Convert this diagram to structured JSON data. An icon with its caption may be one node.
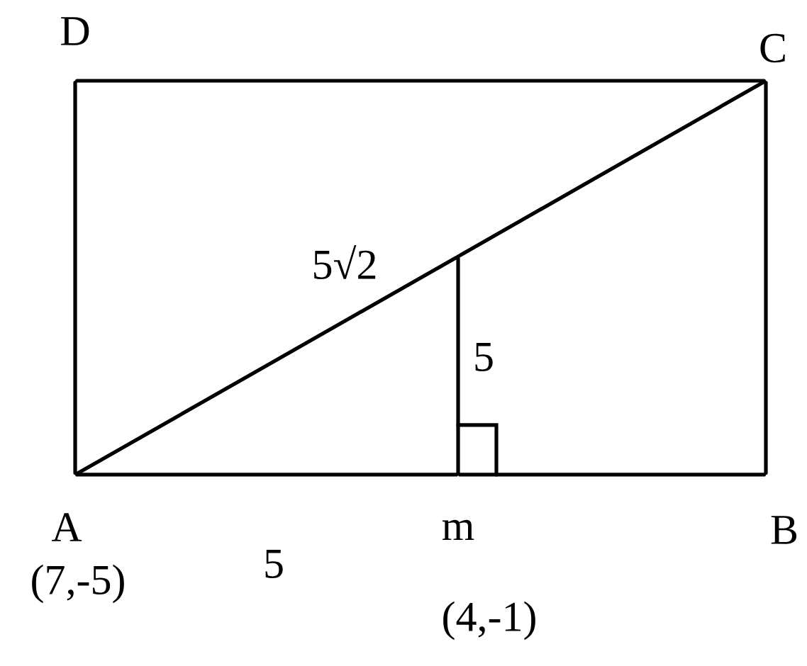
{
  "diagram": {
    "nodes": [
      {
        "text": [
          "A"
        ],
        "beside": [
          "(7,-5)"
        ]
      },
      {
        "text": [
          "B"
        ]
      },
      {
        "text": [
          "C"
        ]
      },
      {
        "text": [
          "D"
        ]
      },
      {
        "text": [
          "m"
        ],
        "beside": [
          "(4,-1)"
        ]
      },
      {
        "text": [],
        "shape": "point"
      }
    ],
    "edges": [
      {
        "from": 0,
        "to": 4,
        "arrow": "none",
        "label": "5"
      },
      {
        "from": 4,
        "to": 1,
        "arrow": "none"
      },
      {
        "from": 1,
        "to": 2,
        "arrow": "none"
      },
      {
        "from": 2,
        "to": 3,
        "arrow": "none"
      },
      {
        "from": 3,
        "to": 0,
        "arrow": "none"
      },
      {
        "from": 0,
        "to": 5,
        "arrow": "none",
        "label": "5√2"
      },
      {
        "from": 5,
        "to": 2,
        "arrow": "none"
      },
      {
        "from": 4,
        "to": 5,
        "arrow": "none",
        "label": "5"
      }
    ]
  }
}
